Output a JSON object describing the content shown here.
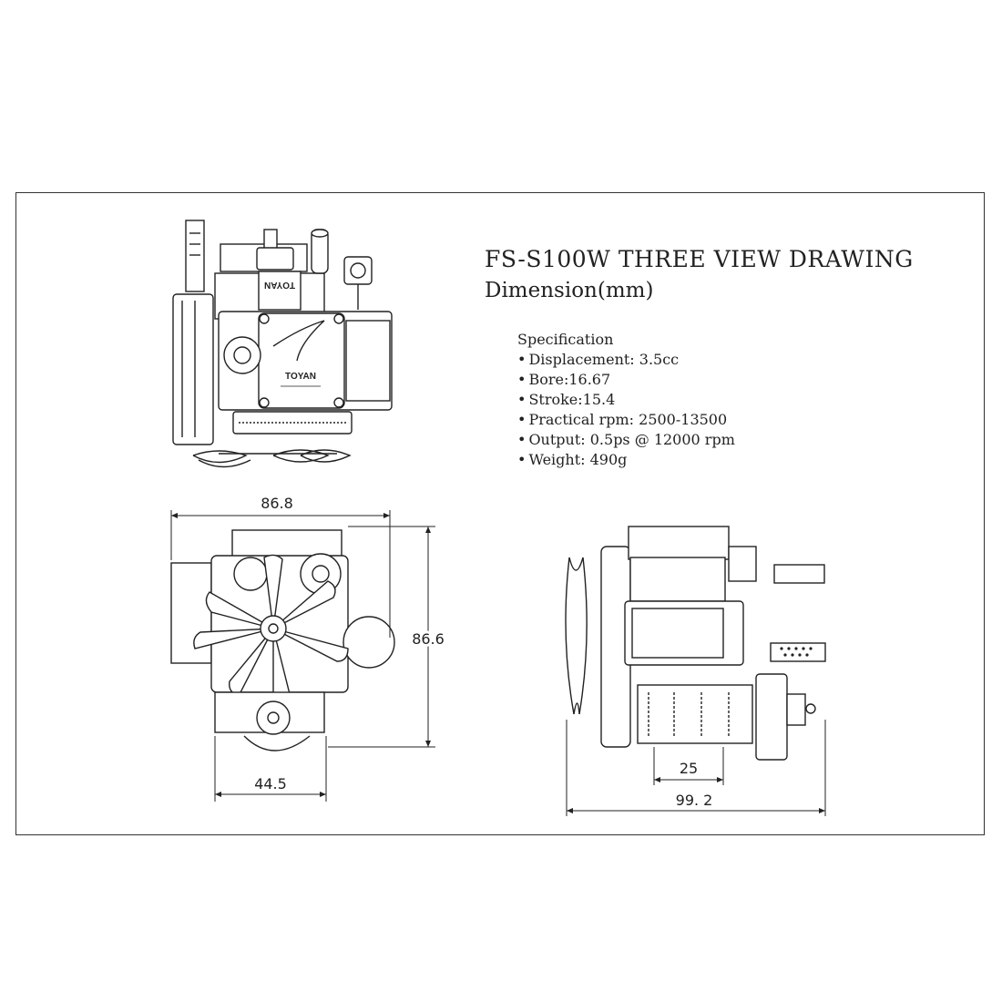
{
  "title": "FS-S100W THREE VIEW DRAWING",
  "subtitle": "Dimension(mm)",
  "specification": {
    "heading": "Specification",
    "items": [
      "Displacement: 3.5cc",
      "Bore:16.67",
      "Stroke:15.4",
      "Practical rpm: 2500-13500",
      "Output: 0.5ps @ 12000 rpm",
      "Weight: 490g"
    ]
  },
  "top_view": {
    "brand_label": "TOYAN",
    "mirrored_label": "TOYAN"
  },
  "dimensions": {
    "front_width": "86.8",
    "front_height": "86.6",
    "front_base_width": "44.5",
    "side_detail_width": "25",
    "side_total_width": "99. 2"
  }
}
